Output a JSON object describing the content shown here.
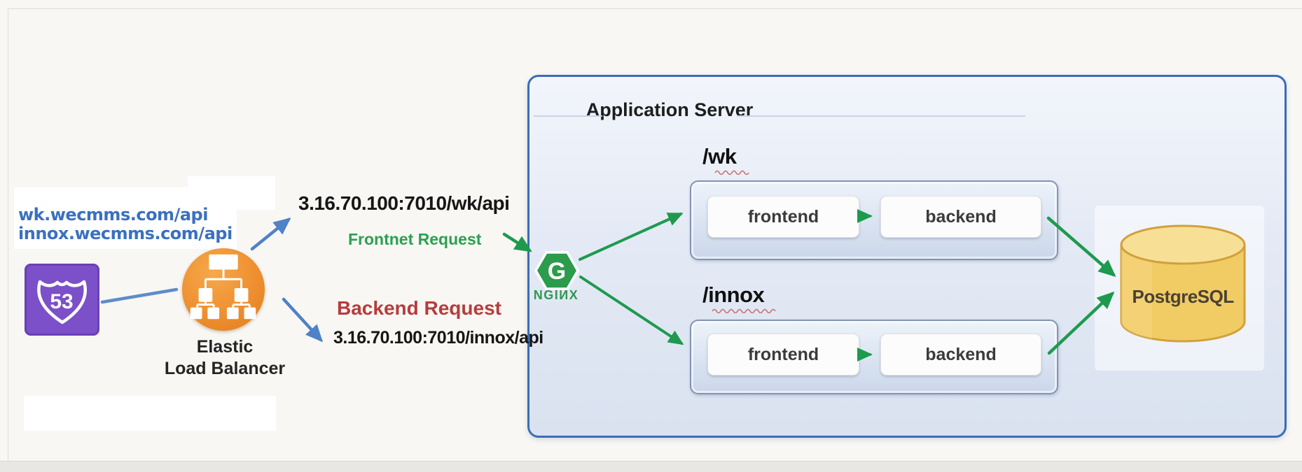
{
  "dns": {
    "url_line1": "wk.wecmms.com/api",
    "url_line2": "innox.wecmms.com/api",
    "route53_number": "53"
  },
  "elb": {
    "label_line1": "Elastic",
    "label_line2": "Load Balancer"
  },
  "requests": {
    "frontend": {
      "endpoint": "3.16.70.100:7010/wk/api",
      "label": "Frontnet Request"
    },
    "backend": {
      "label": "Backend Request",
      "endpoint": "3.16.70.100:7010/innox/api"
    }
  },
  "nginx": {
    "logo_letter": "G",
    "wordmark": "NGIИX"
  },
  "app_server": {
    "title": "Application Server",
    "routes": [
      {
        "path": "/wk",
        "nodes": [
          {
            "label": "frontend"
          },
          {
            "label": "backend"
          }
        ]
      },
      {
        "path": "/innox",
        "nodes": [
          {
            "label": "frontend"
          },
          {
            "label": "backend"
          }
        ]
      }
    ]
  },
  "database": {
    "label": "PostgreSQL"
  },
  "colors": {
    "arrow_blue": "#4F82C6",
    "arrow_green": "#1E9A4E",
    "url_blue_text": "#3B70C0",
    "request_green_text": "#2AA14F",
    "request_red_text": "#B73C3C",
    "app_box_border": "#3A6DB5",
    "group_box_border": "#8394B4",
    "route53_purple": "#7C50C8",
    "elb_orange": "#ED8A2E",
    "nginx_green": "#2B9B4C",
    "postgres_yellow": "#F2CE6B"
  }
}
